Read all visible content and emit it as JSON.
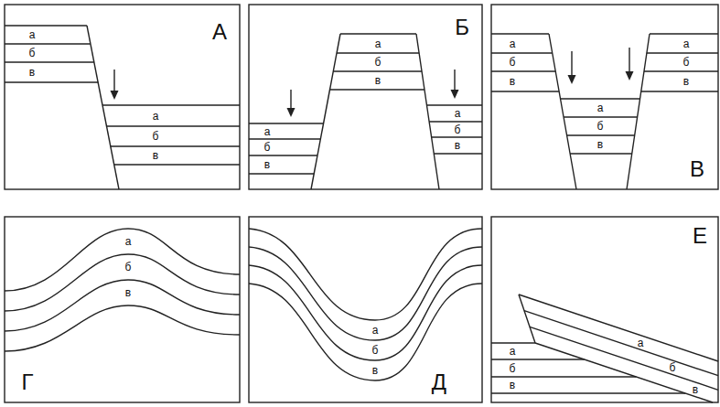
{
  "diagram": {
    "labels": [
      "а",
      "б",
      "в",
      "А",
      "а",
      "б",
      "в",
      "а",
      "б",
      "в",
      "Б",
      "а",
      "б",
      "в",
      "а",
      "б",
      "в",
      "а",
      "б",
      "в",
      "а",
      "б",
      "в",
      "а",
      "б",
      "в",
      "В",
      "а",
      "б",
      "в",
      "Г",
      "а",
      "б",
      "в",
      "Д",
      "Е",
      "а",
      "б",
      "в",
      "а",
      "б",
      "в"
    ]
  }
}
